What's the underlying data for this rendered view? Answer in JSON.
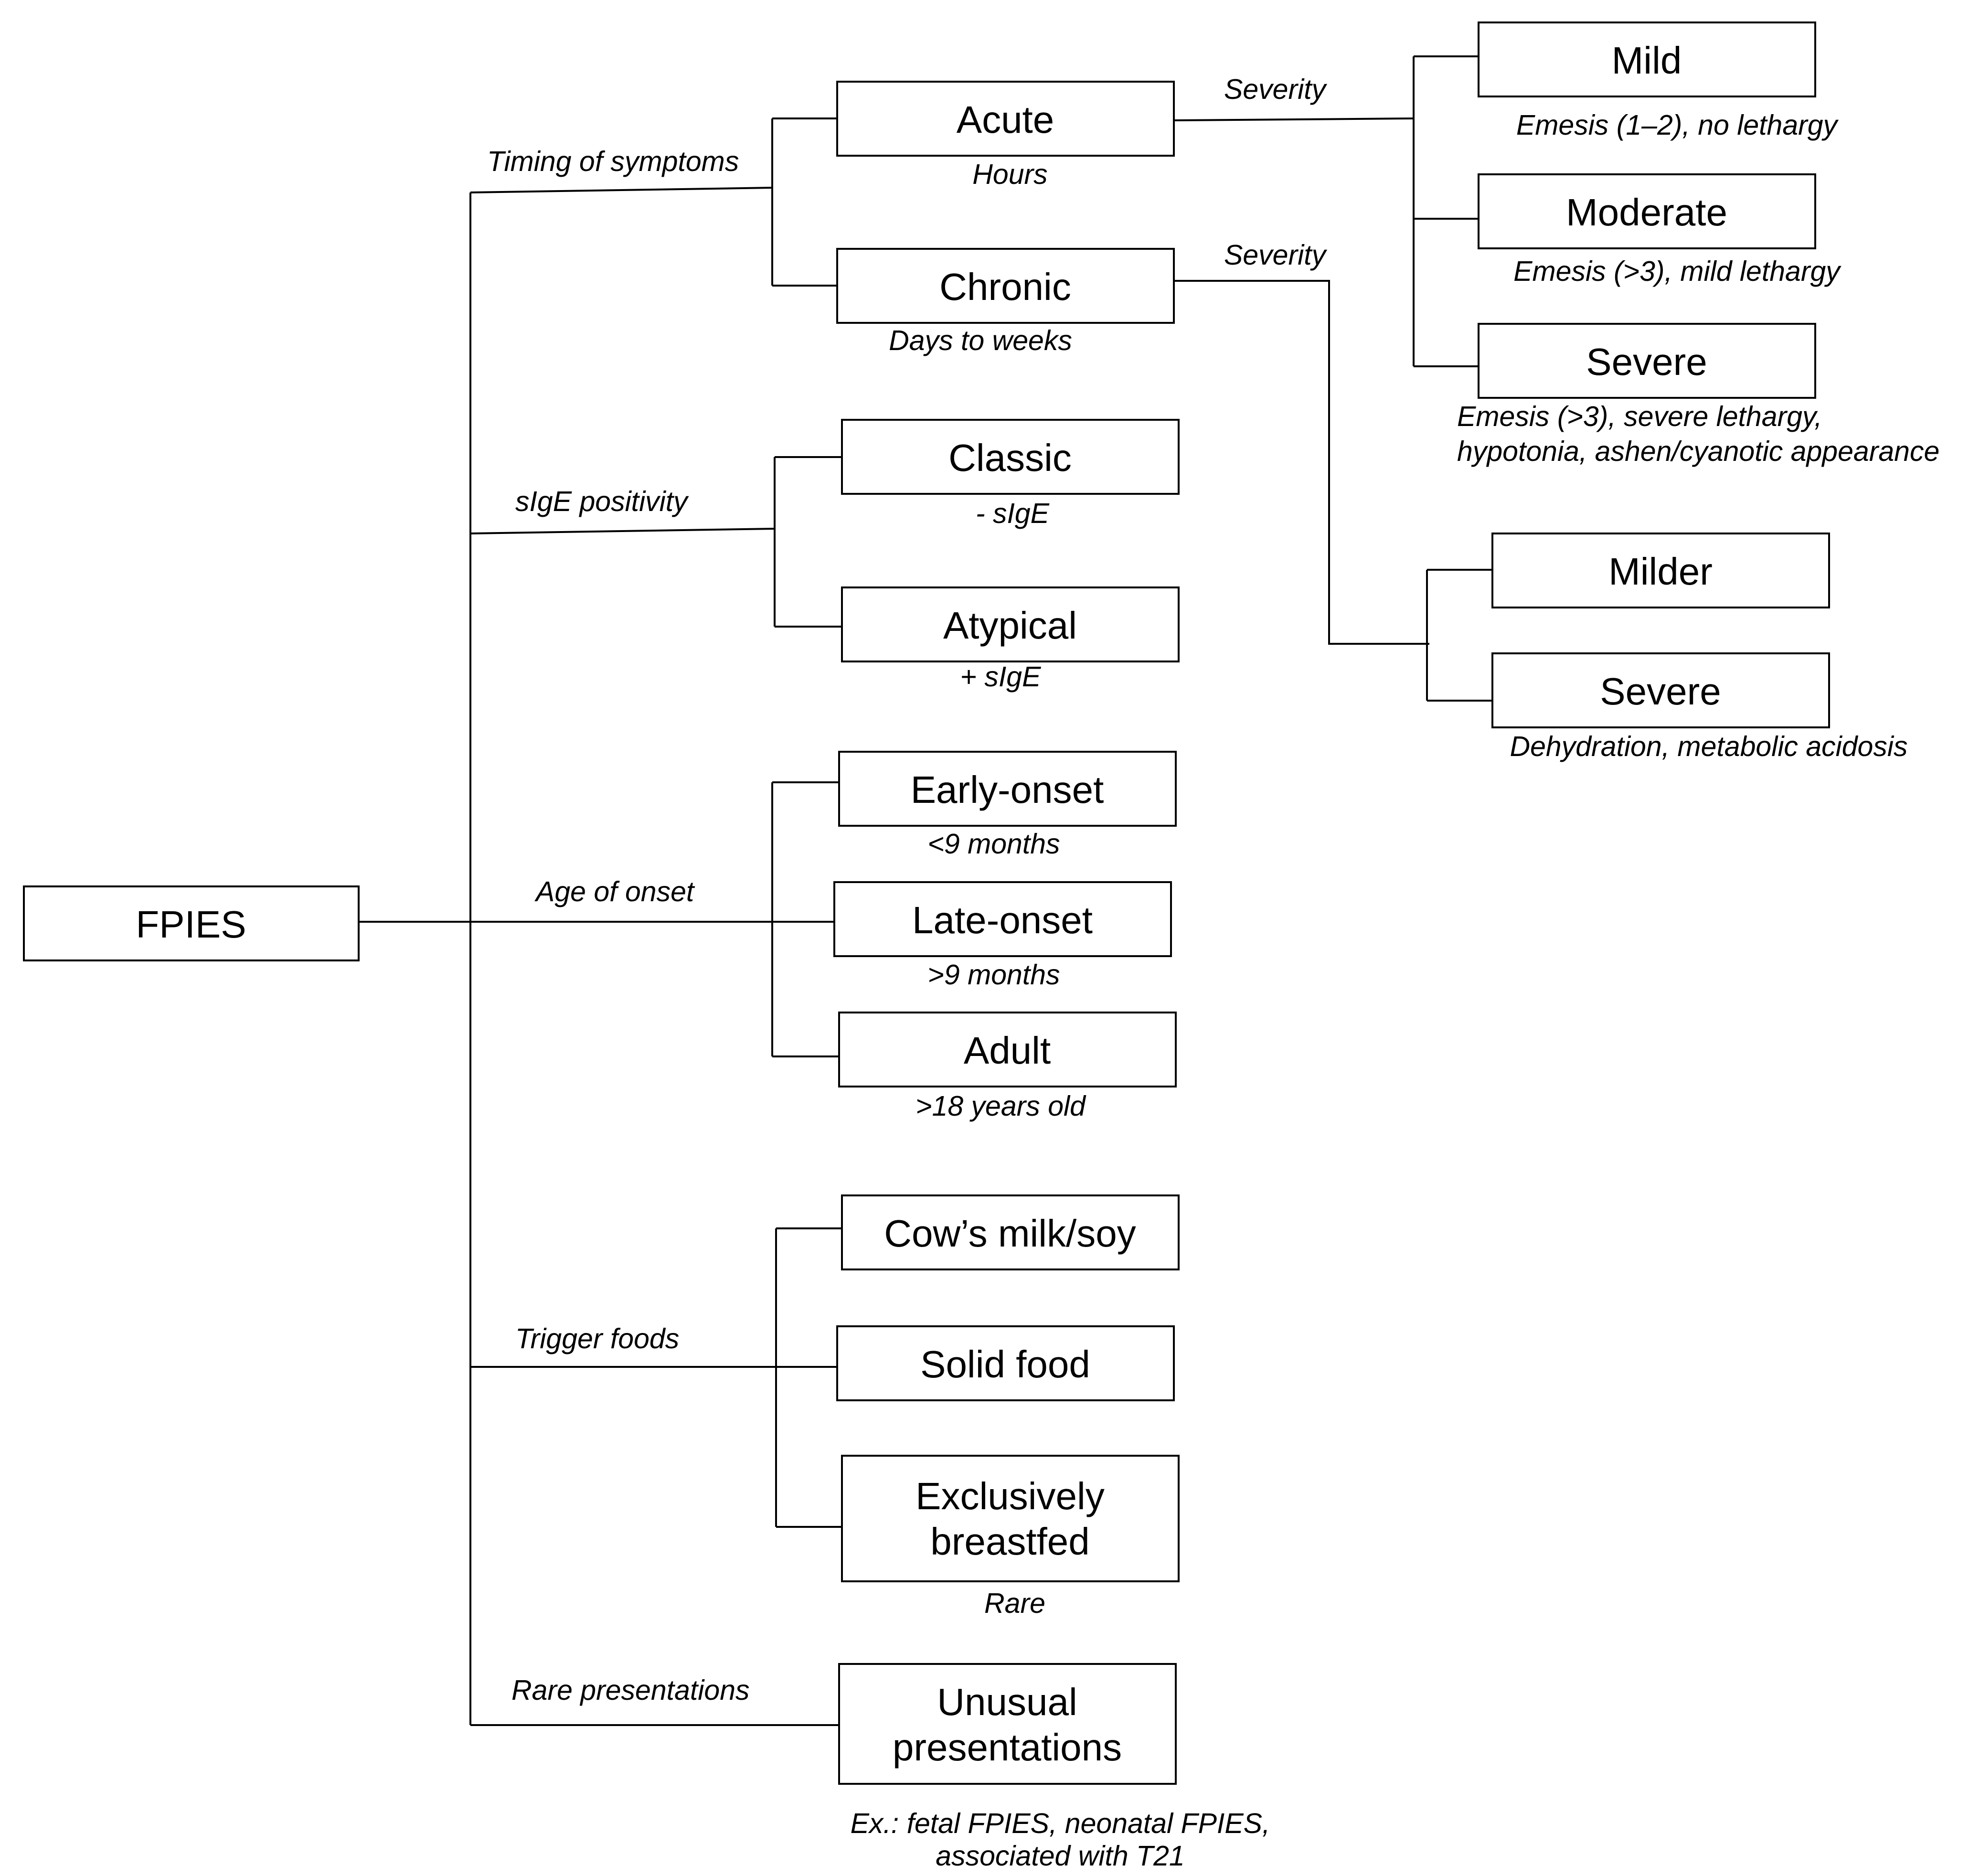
{
  "root": {
    "label": "FPIES"
  },
  "branches": {
    "timing": {
      "label": "Timing of symptoms",
      "acute": {
        "label": "Acute",
        "note": "Hours"
      },
      "chronic": {
        "label": "Chronic",
        "note": "Days to weeks"
      }
    },
    "sige": {
      "label": "sIgE positivity",
      "classic": {
        "label": "Classic",
        "note": "- sIgE"
      },
      "atypical": {
        "label": "Atypical",
        "note": "+ sIgE"
      }
    },
    "age": {
      "label": "Age of onset",
      "early": {
        "label": "Early-onset",
        "note": "<9 months"
      },
      "late": {
        "label": "Late-onset",
        "note": ">9 months"
      },
      "adult": {
        "label": "Adult",
        "note": ">18 years old"
      }
    },
    "trigger": {
      "label": "Trigger foods",
      "cow": {
        "label": "Cow’s milk/soy"
      },
      "solid": {
        "label": "Solid food"
      },
      "breastfed": {
        "label_line1": "Exclusively",
        "label_line2": "breastfed",
        "note": "Rare"
      }
    },
    "rare": {
      "label": "Rare presentations",
      "unusual": {
        "label_line1": "Unusual",
        "label_line2": "presentations",
        "note_line1": "Ex.: fetal FPIES, neonatal FPIES,",
        "note_line2": "associated with T21"
      }
    }
  },
  "severity": {
    "acute_label": "Severity",
    "chronic_label": "Severity",
    "acute": {
      "mild": {
        "label": "Mild",
        "note": "Emesis (1–2), no lethargy"
      },
      "moderate": {
        "label": "Moderate",
        "note": "Emesis (>3), mild lethargy"
      },
      "severe": {
        "label": "Severe",
        "note_line1": "Emesis (>3), severe lethargy,",
        "note_line2": "hypotonia, ashen/cyanotic appearance"
      }
    },
    "chronic": {
      "milder": {
        "label": "Milder"
      },
      "severe": {
        "label": "Severe",
        "note": "Dehydration, metabolic acidosis"
      }
    }
  }
}
